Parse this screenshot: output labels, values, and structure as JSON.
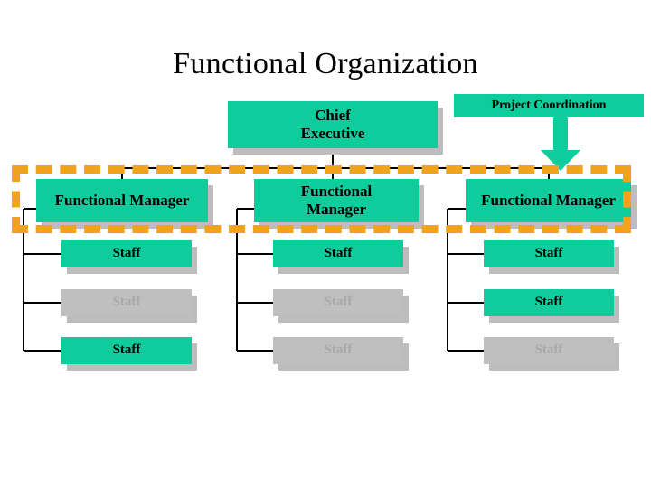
{
  "slide": {
    "title": "Functional Organization",
    "background_color": "#ffffff"
  },
  "colors": {
    "teal": "#0ECC9C",
    "gray_box": "#BFBFBF",
    "gray_text": "#A8A8A8",
    "shadow": "#bdbdbd",
    "orange_dash": "#F0A41E",
    "line": "#000000",
    "text": "#000000"
  },
  "chart_data": {
    "type": "diagram",
    "diagram_kind": "organization-chart",
    "title": "Functional Organization",
    "nodes": [
      {
        "id": "chief-executive",
        "label": "Chief Executive",
        "level": 0,
        "style": "teal"
      },
      {
        "id": "functional-manager-1",
        "label": "Functional Manager",
        "level": 1,
        "style": "teal"
      },
      {
        "id": "functional-manager-2",
        "label": "Functional Manager",
        "level": 1,
        "style": "teal"
      },
      {
        "id": "functional-manager-3",
        "label": "Functional Manager",
        "level": 1,
        "style": "teal"
      },
      {
        "id": "staff-1-1",
        "label": "Staff",
        "level": 2,
        "style": "teal"
      },
      {
        "id": "staff-1-2",
        "label": "Staff",
        "level": 2,
        "style": "gray"
      },
      {
        "id": "staff-1-3",
        "label": "Staff",
        "level": 2,
        "style": "teal"
      },
      {
        "id": "staff-2-1",
        "label": "Staff",
        "level": 2,
        "style": "teal"
      },
      {
        "id": "staff-2-2",
        "label": "Staff",
        "level": 2,
        "style": "gray"
      },
      {
        "id": "staff-2-3",
        "label": "Staff",
        "level": 2,
        "style": "gray"
      },
      {
        "id": "staff-3-1",
        "label": "Staff",
        "level": 2,
        "style": "teal"
      },
      {
        "id": "staff-3-2",
        "label": "Staff",
        "level": 2,
        "style": "teal"
      },
      {
        "id": "staff-3-3",
        "label": "Staff",
        "level": 2,
        "style": "gray"
      }
    ],
    "edges": [
      {
        "from": "chief-executive",
        "to": "functional-manager-1"
      },
      {
        "from": "chief-executive",
        "to": "functional-manager-2"
      },
      {
        "from": "chief-executive",
        "to": "functional-manager-3"
      },
      {
        "from": "functional-manager-1",
        "to": "staff-1-1"
      },
      {
        "from": "functional-manager-1",
        "to": "staff-1-2"
      },
      {
        "from": "functional-manager-1",
        "to": "staff-1-3"
      },
      {
        "from": "functional-manager-2",
        "to": "staff-2-1"
      },
      {
        "from": "functional-manager-2",
        "to": "staff-2-2"
      },
      {
        "from": "functional-manager-2",
        "to": "staff-2-3"
      },
      {
        "from": "functional-manager-3",
        "to": "staff-3-1"
      },
      {
        "from": "functional-manager-3",
        "to": "staff-3-2"
      },
      {
        "from": "functional-manager-3",
        "to": "staff-3-3"
      }
    ],
    "annotations": [
      {
        "id": "project-coordination",
        "label": "Project Coordination",
        "style": "teal-callout",
        "points_to": "coordination-band",
        "arrow": "down"
      },
      {
        "id": "coordination-band",
        "label": "",
        "style": "orange-dashed-rectangle",
        "encloses": [
          "functional-manager-1",
          "functional-manager-2",
          "functional-manager-3"
        ]
      }
    ]
  },
  "chief_executive": {
    "line1": "Chief",
    "line2": "Executive"
  },
  "project_coordination": {
    "label": "Project Coordination"
  },
  "managers": [
    {
      "line1": "Functional Manager",
      "line2": ""
    },
    {
      "line1": "Functional",
      "line2": "Manager"
    },
    {
      "line1": "Functional Manager",
      "line2": ""
    }
  ],
  "staff_columns": [
    {
      "rows": [
        {
          "label": "Staff",
          "style": "teal"
        },
        {
          "label": "Staff",
          "style": "gray"
        },
        {
          "label": "Staff",
          "style": "teal"
        }
      ]
    },
    {
      "rows": [
        {
          "label": "Staff",
          "style": "teal"
        },
        {
          "label": "Staff",
          "style": "gray"
        },
        {
          "label": "Staff",
          "style": "gray"
        }
      ]
    },
    {
      "rows": [
        {
          "label": "Staff",
          "style": "teal"
        },
        {
          "label": "Staff",
          "style": "teal"
        },
        {
          "label": "Staff",
          "style": "gray"
        }
      ]
    }
  ]
}
